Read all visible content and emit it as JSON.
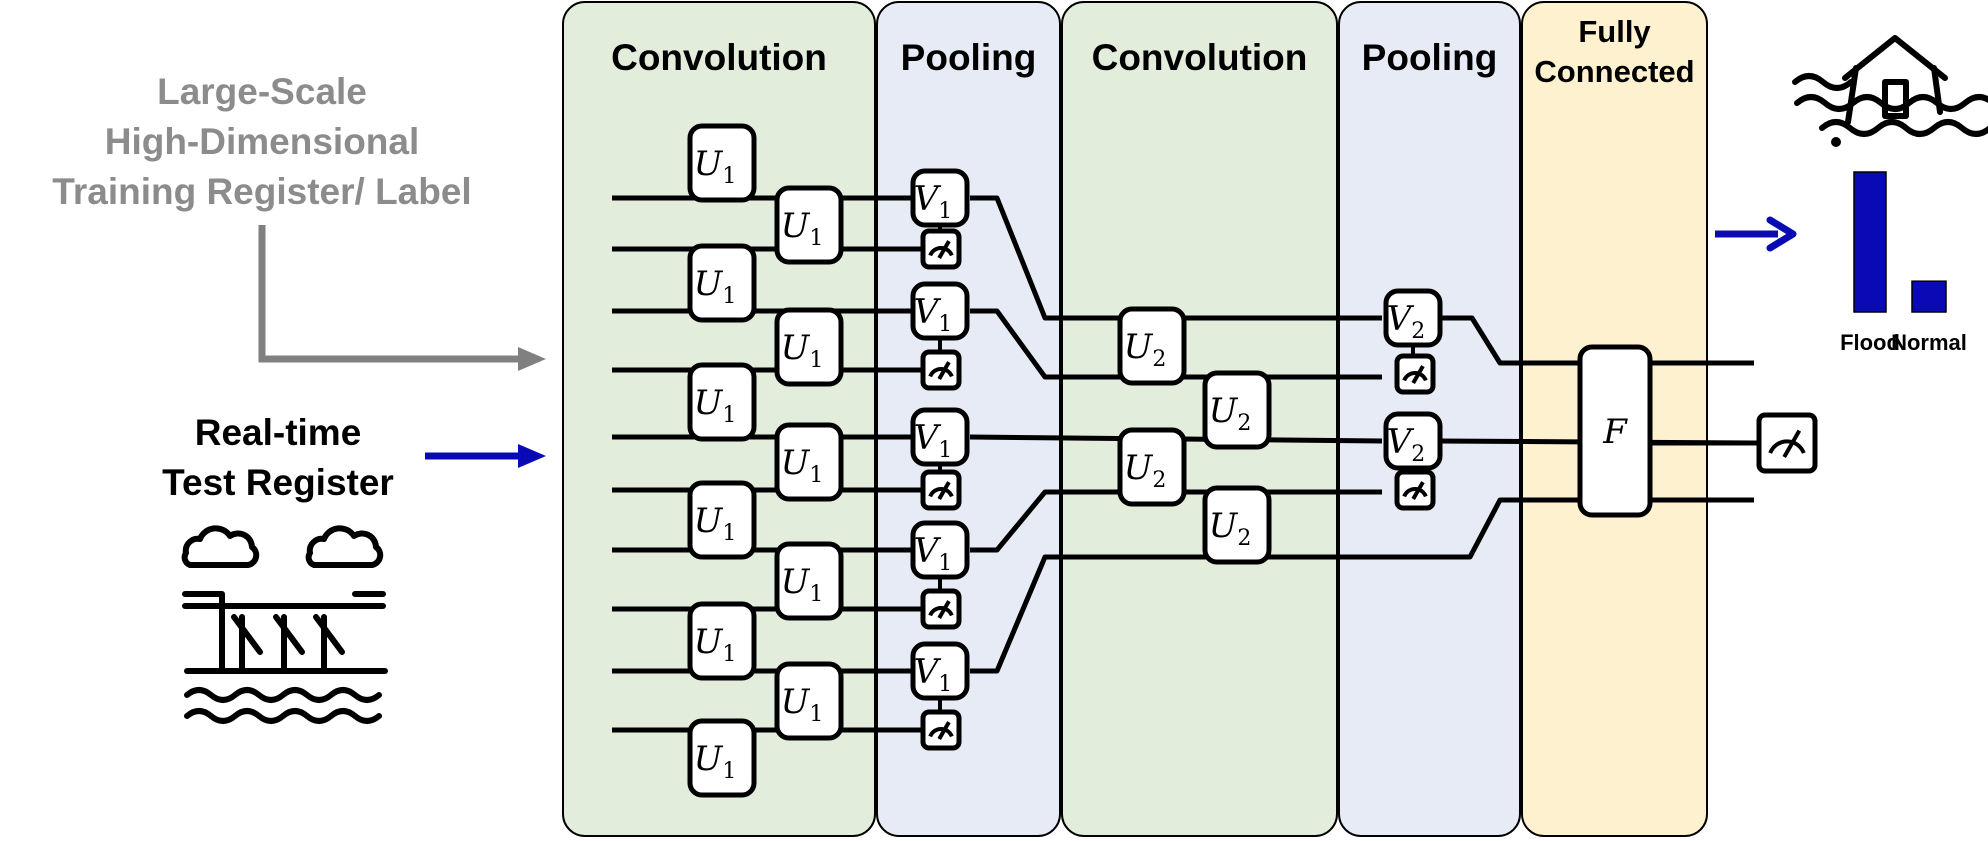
{
  "left_inputs": {
    "training_lines": [
      "Large-Scale",
      "High-Dimensional",
      "Training Register/ Label"
    ],
    "test_lines": [
      "Real-time",
      "Test Register"
    ],
    "icons": [
      "dam-icon"
    ]
  },
  "sections": [
    {
      "key": "conv1",
      "lines": [
        "Convolution"
      ],
      "color": "#e2eedb"
    },
    {
      "key": "pool1",
      "lines": [
        "Pooling"
      ],
      "color": "#e7ebf6"
    },
    {
      "key": "conv2",
      "lines": [
        "Convolution"
      ],
      "color": "#e2eedb"
    },
    {
      "key": "pool2",
      "lines": [
        "Pooling"
      ],
      "color": "#e7ebf6"
    },
    {
      "key": "fc",
      "lines": [
        "Fully",
        "Connected"
      ],
      "color": "#fdf1cf"
    }
  ],
  "gates": {
    "conv1": {
      "letter": "U",
      "sub": "1"
    },
    "pool1": {
      "letter": "V",
      "sub": "1"
    },
    "conv2": {
      "letter": "U",
      "sub": "2"
    },
    "pool2": {
      "letter": "V",
      "sub": "2"
    },
    "fc": {
      "letter": "F",
      "sub": ""
    }
  },
  "output": {
    "icon": "flooded-house-icon",
    "labels": [
      "Flood",
      "Normal"
    ],
    "probabilities": [
      1.0,
      0.22
    ],
    "bar_color": "#0a0ab4"
  },
  "colors": {
    "training_arrow": "#808080",
    "training_text": "#8c8c8c",
    "test_arrow": "#0a0ab4",
    "wire": "#000000"
  }
}
